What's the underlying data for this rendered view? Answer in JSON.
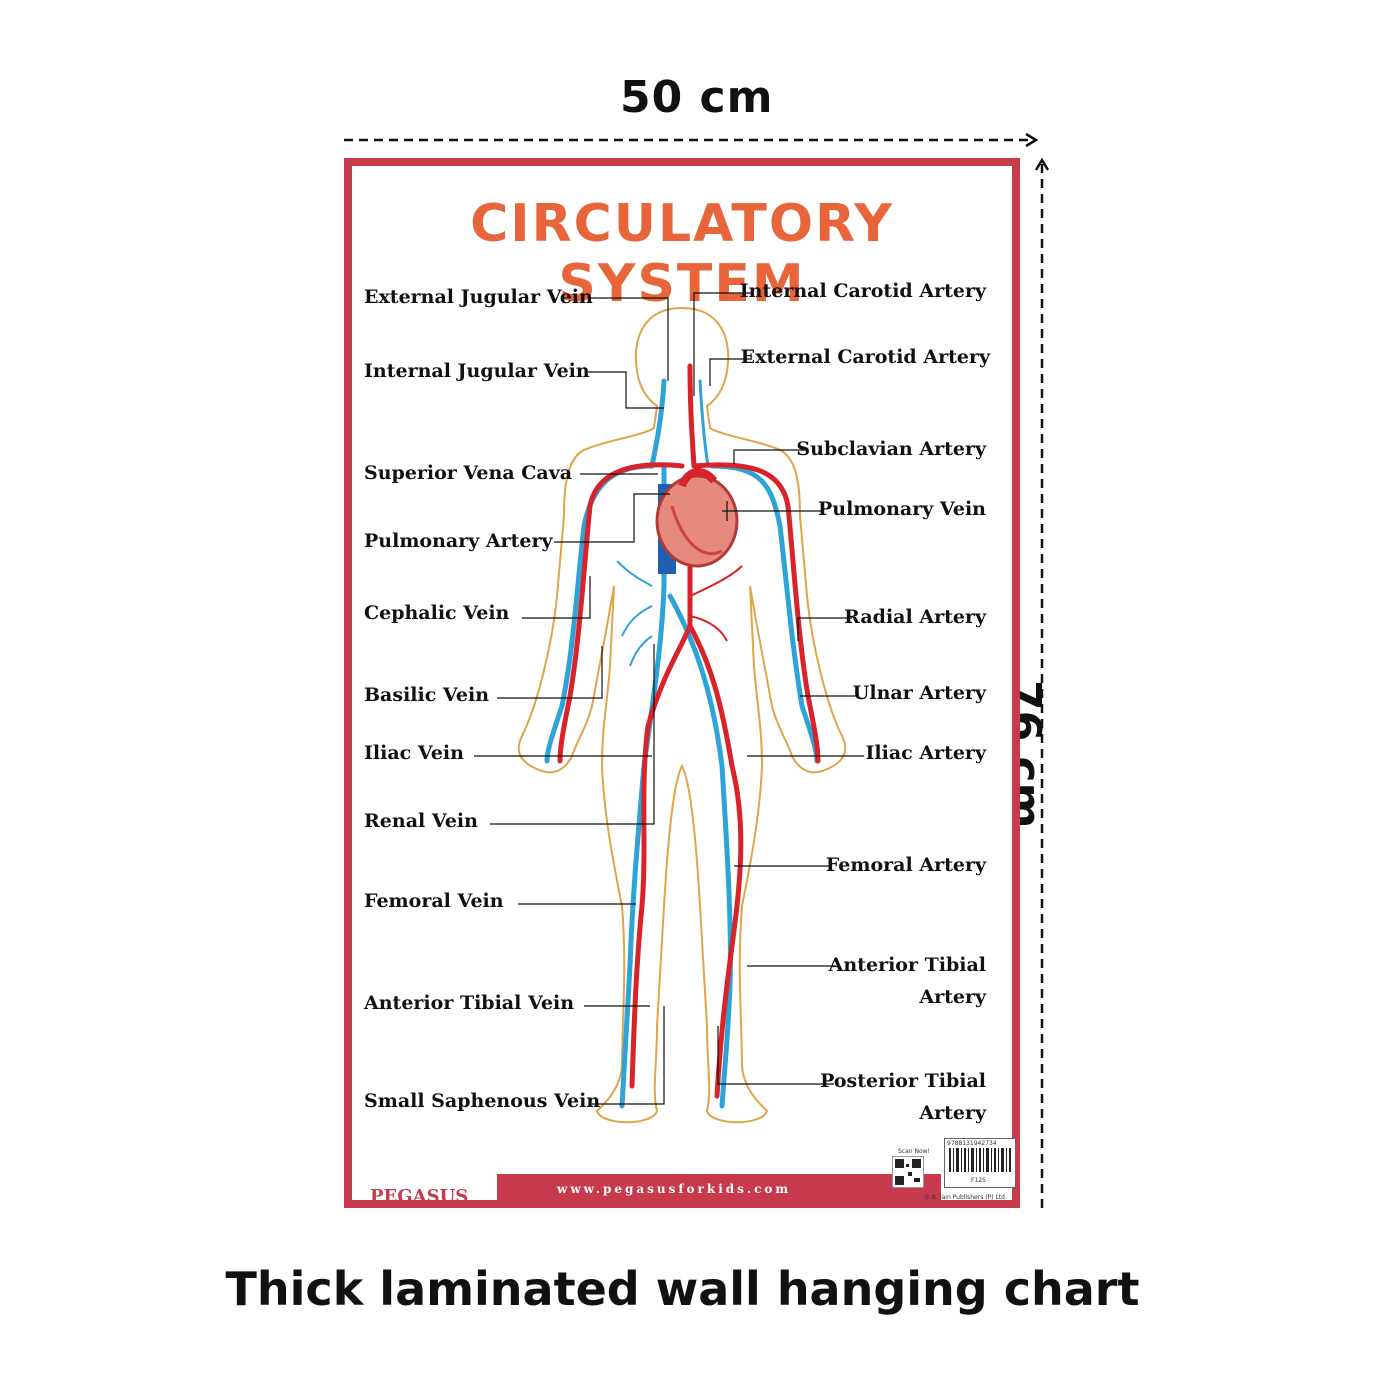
{
  "dimensions": {
    "width": "50  cm",
    "height": "76 cm"
  },
  "caption": "Thick laminated wall hanging chart",
  "poster": {
    "title": "CIRCULATORY SYSTEM",
    "left_labels": [
      "External Jugular Vein",
      "Internal Jugular Vein",
      "Superior Vena Cava",
      "Pulmonary Artery",
      "Cephalic Vein",
      "Basilic Vein",
      "Iliac Vein",
      "Renal Vein",
      "Femoral Vein",
      "Anterior Tibial Vein",
      "Small Saphenous Vein"
    ],
    "right_labels": [
      "Internal Carotid Artery",
      "External Carotid Artery",
      "Subclavian Artery",
      "Pulmonary Vein",
      "Radial Artery",
      "Ulnar Artery",
      "Iliac  Artery",
      "Femoral Artery",
      "Anterior Tibial",
      "Artery",
      "Posterior Tibial",
      "Artery"
    ],
    "footer": {
      "logo": "PEGASUS",
      "url": "www.pegasusforkids.com",
      "scan": "Scan Now!",
      "isbn": "9788131942734",
      "code": "F125",
      "publisher": "© B. Jain Publishers (P) Ltd."
    },
    "colors": {
      "border": "#c63a4c",
      "title": "#e8643a",
      "artery": "#d8232a",
      "vein": "#2ea3d8",
      "outline": "#e0a54a"
    }
  }
}
